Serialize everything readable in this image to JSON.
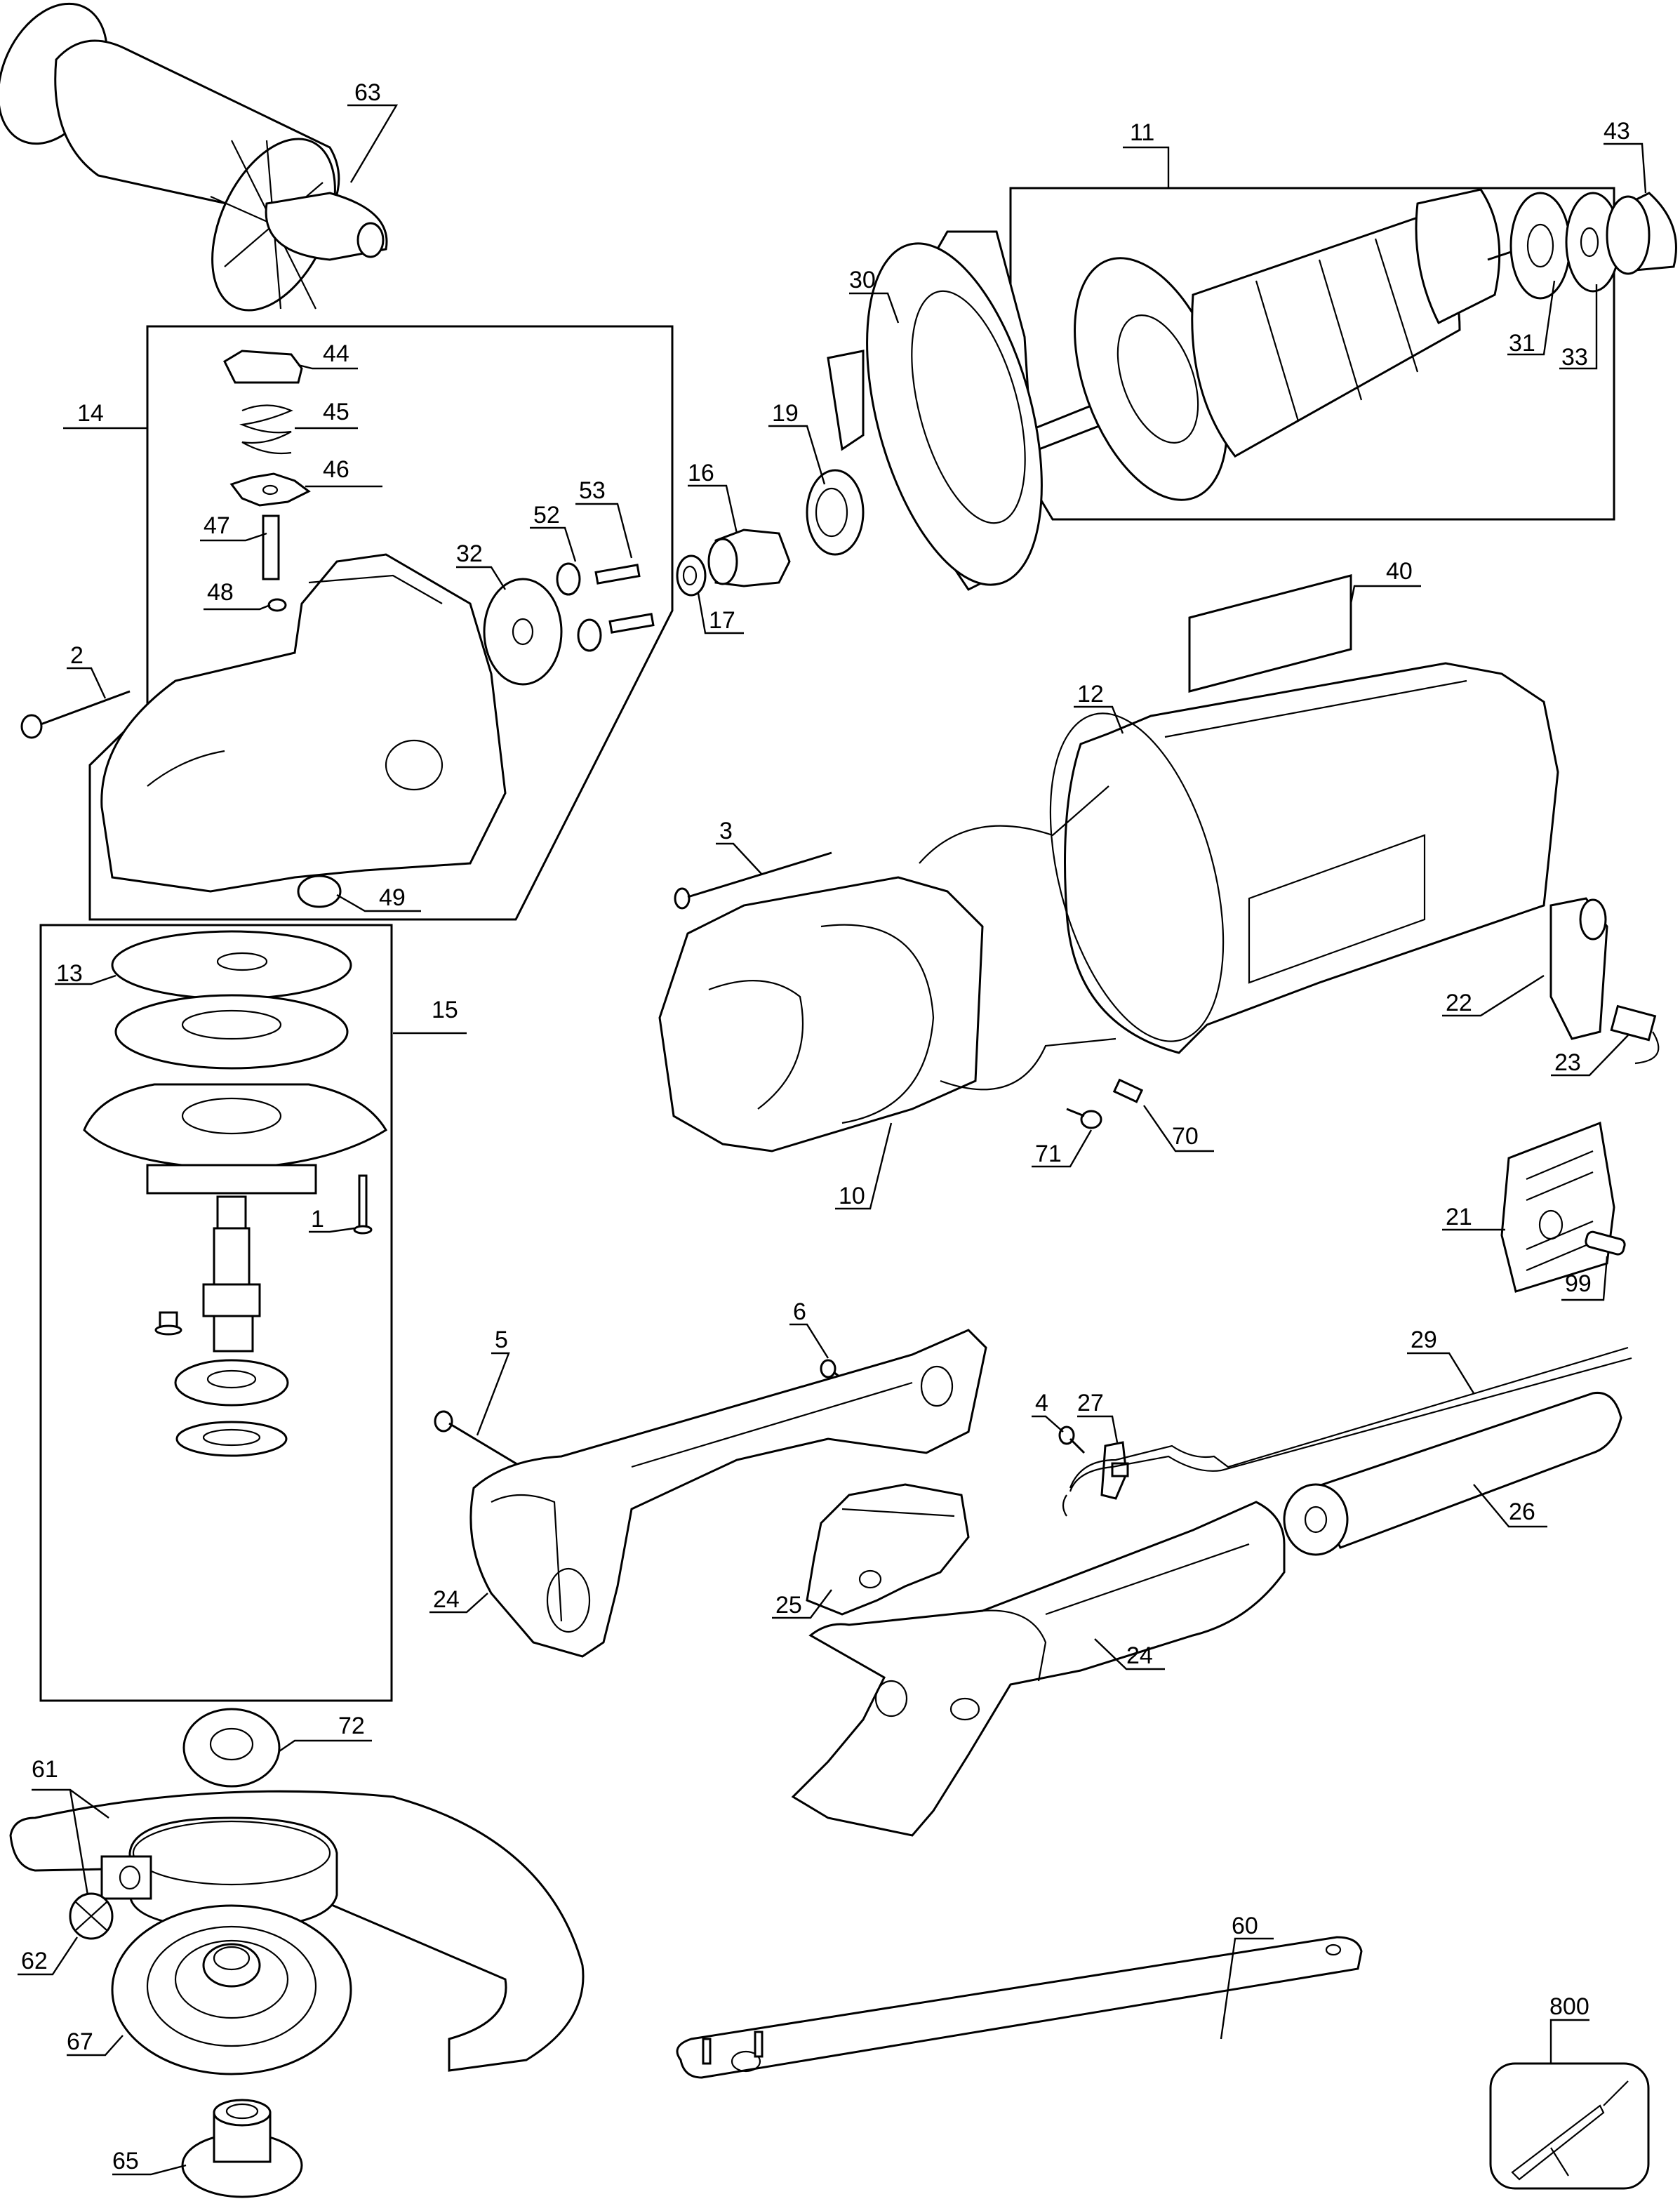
{
  "diagram": {
    "title": "Angle grinder exploded parts diagram",
    "background": "#ffffff",
    "line_color": "#000000",
    "labels": {
      "p63": "63",
      "p11": "11",
      "p43": "43",
      "p30": "30",
      "p31": "31",
      "p33": "33",
      "p44": "44",
      "p14": "14",
      "p45": "45",
      "p46": "46",
      "p47": "47",
      "p48": "48",
      "p19": "19",
      "p16": "16",
      "p53": "53",
      "p52": "52",
      "p32": "32",
      "p17": "17",
      "p2": "2",
      "p40": "40",
      "p12": "12",
      "p3": "3",
      "p49": "49",
      "p13": "13",
      "p15": "15",
      "p22": "22",
      "p23": "23",
      "p71": "71",
      "p70": "70",
      "p10": "10",
      "p21": "21",
      "p99": "99",
      "p1": "1",
      "p6": "6",
      "p5": "5",
      "p4": "4",
      "p27": "27",
      "p29": "29",
      "p26": "26",
      "p24a": "24",
      "p25": "25",
      "p72": "72",
      "p24b": "24",
      "p61": "61",
      "p62": "62",
      "p60": "60",
      "p67": "67",
      "p800": "800",
      "p65": "65"
    },
    "parts": [
      {
        "id": "63",
        "name": "side-handle"
      },
      {
        "id": "11",
        "name": "armature-assembly"
      },
      {
        "id": "43",
        "name": "bearing-sleeve"
      },
      {
        "id": "31",
        "name": "ball-bearing"
      },
      {
        "id": "33",
        "name": "bearing"
      },
      {
        "id": "30",
        "name": "baffle"
      },
      {
        "id": "19",
        "name": "bearing-retainer"
      },
      {
        "id": "16",
        "name": "lock-button"
      },
      {
        "id": "17",
        "name": "nut"
      },
      {
        "id": "14",
        "name": "gear-case-assembly"
      },
      {
        "id": "44",
        "name": "spindle-lock-cap"
      },
      {
        "id": "45",
        "name": "spring"
      },
      {
        "id": "46",
        "name": "lock-plate"
      },
      {
        "id": "47",
        "name": "lock-pin"
      },
      {
        "id": "48",
        "name": "o-ring"
      },
      {
        "id": "49",
        "name": "bushing"
      },
      {
        "id": "32",
        "name": "pinion"
      },
      {
        "id": "52",
        "name": "washer"
      },
      {
        "id": "53",
        "name": "screw"
      },
      {
        "id": "2",
        "name": "screw"
      },
      {
        "id": "40",
        "name": "nameplate"
      },
      {
        "id": "12",
        "name": "motor-housing"
      },
      {
        "id": "3",
        "name": "screw"
      },
      {
        "id": "10",
        "name": "field"
      },
      {
        "id": "13",
        "name": "retaining-ring"
      },
      {
        "id": "15",
        "name": "spindle-assembly"
      },
      {
        "id": "1",
        "name": "screw"
      },
      {
        "id": "22",
        "name": "brush-holder"
      },
      {
        "id": "23",
        "name": "brush"
      },
      {
        "id": "71",
        "name": "terminal"
      },
      {
        "id": "70",
        "name": "connector"
      },
      {
        "id": "21",
        "name": "end-cap"
      },
      {
        "id": "99",
        "name": "screw"
      },
      {
        "id": "6",
        "name": "screw"
      },
      {
        "id": "5",
        "name": "screw"
      },
      {
        "id": "4",
        "name": "screw"
      },
      {
        "id": "27",
        "name": "cord-clamp"
      },
      {
        "id": "29",
        "name": "cord"
      },
      {
        "id": "26",
        "name": "cord-protector"
      },
      {
        "id": "24",
        "name": "handle-half"
      },
      {
        "id": "25",
        "name": "switch"
      },
      {
        "id": "72",
        "name": "bearing"
      },
      {
        "id": "61",
        "name": "guard"
      },
      {
        "id": "62",
        "name": "guard-screw"
      },
      {
        "id": "67",
        "name": "wheel-flange"
      },
      {
        "id": "65",
        "name": "clamp-nut"
      },
      {
        "id": "60",
        "name": "spanner-wrench"
      },
      {
        "id": "800",
        "name": "accessory"
      }
    ]
  }
}
